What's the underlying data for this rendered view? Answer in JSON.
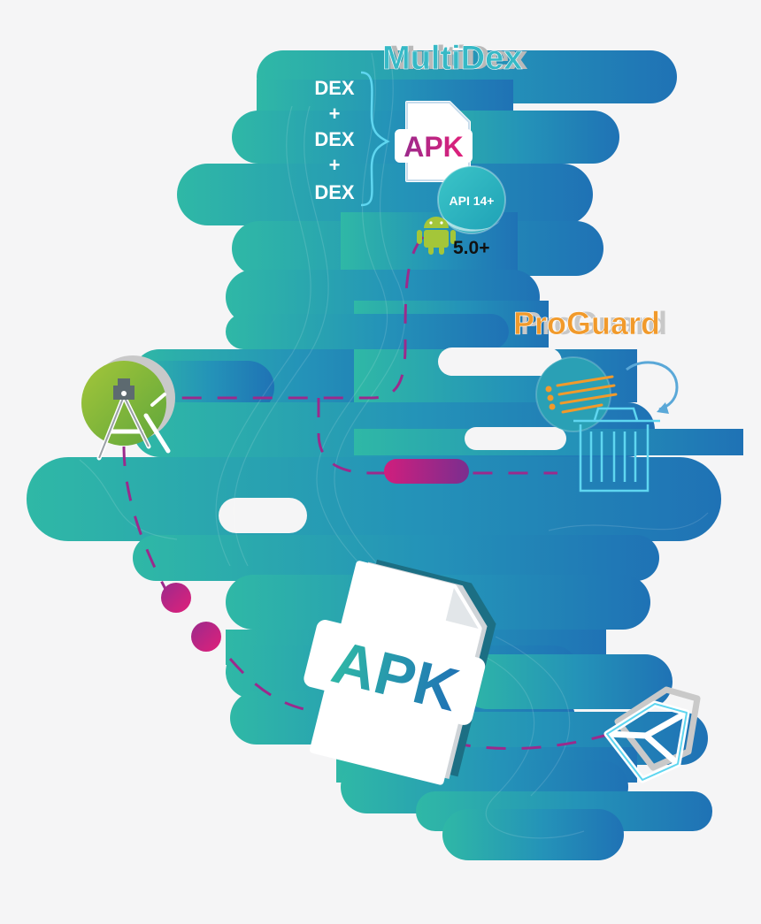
{
  "colors": {
    "background": "#f5f5f6",
    "blob_start": "#2fb8a6",
    "blob_end": "#1f72b5",
    "dash": "#9b2a8c",
    "magenta": "#d01e7d",
    "orange": "#f19a2b",
    "cyan": "#5fd6f0",
    "android_green": "#a4c639"
  },
  "multidex": {
    "title": "MultiDex",
    "stack": [
      "DEX",
      "+",
      "DEX",
      "+",
      "DEX"
    ],
    "apk_label": "APK",
    "api_badge": "API 14+",
    "android_version": "5.0+",
    "android_icon": "android-robot-icon"
  },
  "proguard": {
    "title": "ProGuard",
    "shred_icon": "document-lines-icon",
    "recycle_icon": "curved-arrow-icon",
    "trash_icon": "trash-can-icon"
  },
  "studio": {
    "icon": "android-studio-icon"
  },
  "build": {
    "apk_label": "APK",
    "icon": "apk-file-icon"
  },
  "unity": {
    "icon": "unity-logo-icon"
  }
}
